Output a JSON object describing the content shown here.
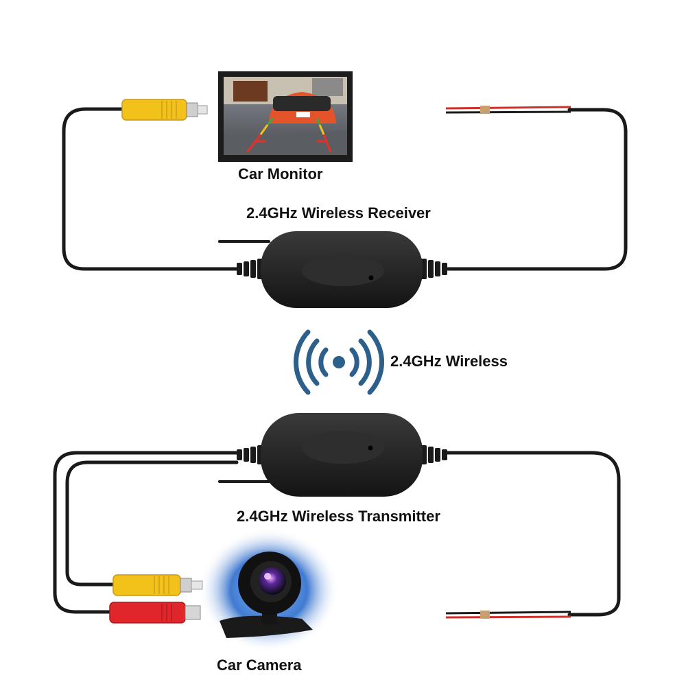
{
  "labels": {
    "car_monitor": "Car Monitor",
    "receiver": "2.4GHz Wireless Receiver",
    "wireless": "2.4GHz Wireless",
    "transmitter": "2.4GHz Wireless Transmitter",
    "car_camera": "Car Camera"
  },
  "colors": {
    "cable": "#1a1a1a",
    "module": "#262626",
    "rca_yellow": "#f2c21b",
    "dc_red": "#e0262b",
    "power_red": "#d0302a",
    "wireless_icon": "#2c5f8a",
    "monitor_frame": "#1c1c1c"
  },
  "icons": {
    "wireless_signal": "wireless-signal-icon",
    "monitor": "car-monitor-icon",
    "camera": "car-camera-icon"
  }
}
